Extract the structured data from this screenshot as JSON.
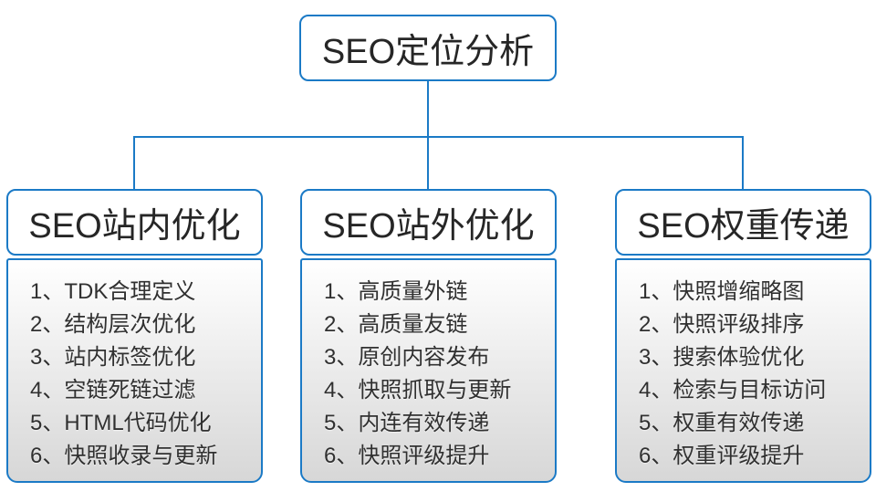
{
  "diagram": {
    "root": {
      "title": "SEO定位分析"
    },
    "branches": [
      {
        "title": "SEO站内优化",
        "items": [
          "1、TDK合理定义",
          "2、结构层次优化",
          "3、站内标签优化",
          "4、空链死链过滤",
          "5、HTML代码优化",
          "6、快照收录与更新"
        ]
      },
      {
        "title": "SEO站外优化",
        "items": [
          "1、高质量外链",
          "2、高质量友链",
          "3、原创内容发布",
          "4、快照抓取与更新",
          "5、内连有效传递",
          "6、快照评级提升"
        ]
      },
      {
        "title": "SEO权重传递",
        "items": [
          "1、快照增缩略图",
          "2、快照评级排序",
          "3、搜索体验优化",
          "4、检索与目标访问",
          "5、权重有效传递",
          "6、权重评级提升"
        ]
      }
    ],
    "colors": {
      "accent_border": "#1b7ac6",
      "list_gradient_top": "#ffffff",
      "list_gradient_bottom": "#d7d7d7",
      "text": "#262626"
    }
  }
}
